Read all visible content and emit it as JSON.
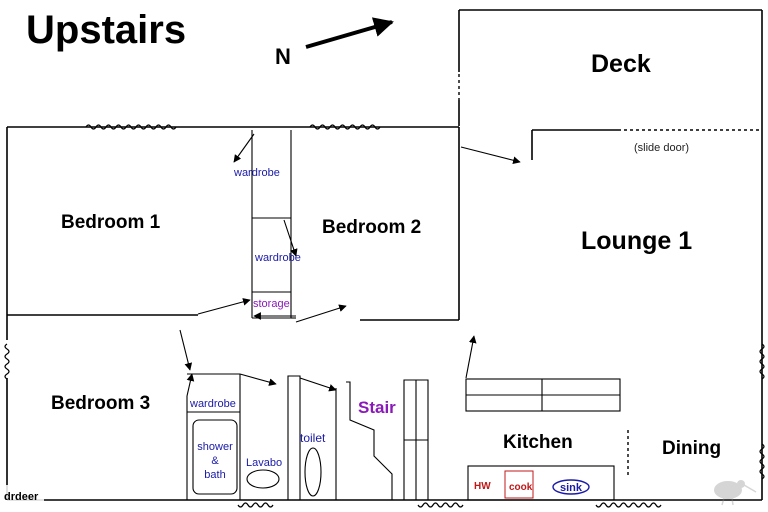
{
  "plan": {
    "title": "Upstairs",
    "north_label": "N",
    "rooms": {
      "deck": "Deck",
      "bedroom1": "Bedroom 1",
      "bedroom2": "Bedroom 2",
      "bedroom3": "Bedroom 3",
      "lounge1": "Lounge 1",
      "kitchen": "Kitchen",
      "dining": "Dining"
    },
    "labels": {
      "wardrobe1": "wardrobe",
      "wardrobe2": "wardrobe",
      "wardrobe3": "wardrobe",
      "storage": "storage",
      "slide_door": "(slide door)",
      "stair": "Stair",
      "toilet": "toilet",
      "shower_line1": "shower",
      "shower_line2": "&",
      "shower_line3": "bath",
      "lavabo": "Lavabo",
      "hw": "HW",
      "cook": "cook",
      "sink": "sink"
    },
    "colors": {
      "blue_label": "#1a1aa8",
      "purple_label": "#8a1ab8",
      "red_label": "#c01818"
    }
  },
  "watermark": {
    "text": "drdeer"
  }
}
